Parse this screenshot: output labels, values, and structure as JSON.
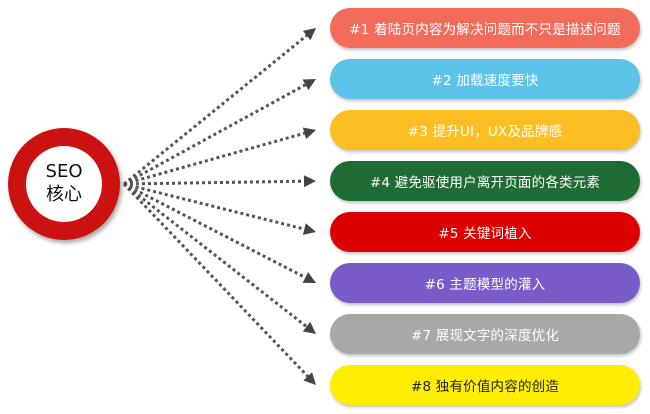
{
  "hub": {
    "line1": "SEO",
    "line2": "核心",
    "color": "#cc1111"
  },
  "items": [
    {
      "label": "#1 着陆页内容为解决问题而不只是描述问题",
      "bg": "#f26b5b",
      "fg": "#ffffff"
    },
    {
      "label": "#2 加载速度要快",
      "bg": "#5bc4e8",
      "fg": "#ffffff"
    },
    {
      "label": "#3 提升UI，UX及品牌感",
      "bg": "#fbbf24",
      "fg": "#ffffff"
    },
    {
      "label": "#4 避免驱使用户离开页面的各类元素",
      "bg": "#1e6b33",
      "fg": "#ffffff"
    },
    {
      "label": "#5 关键词植入",
      "bg": "#dd0000",
      "fg": "#ffffff"
    },
    {
      "label": "#6 主题模型的灌入",
      "bg": "#7a5cc8",
      "fg": "#ffffff"
    },
    {
      "label": "#7 展现文字的深度优化",
      "bg": "#a8a8a8",
      "fg": "#ffffff"
    },
    {
      "label": "#8 独有价值内容的创造",
      "bg": "#ffee00",
      "fg": "#222222"
    }
  ]
}
